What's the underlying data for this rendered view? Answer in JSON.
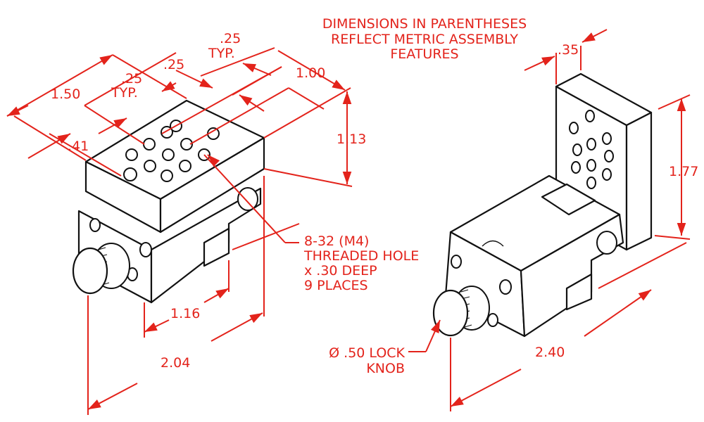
{
  "note": {
    "line1": "DIMENSIONS IN PARENTHESES",
    "line2": "REFLECT METRIC ASSEMBLY",
    "line3": "FEATURES"
  },
  "left_view": {
    "dim_top_typ_value": ".25",
    "dim_top_typ_label": "TYP.",
    "dim_25": ".25",
    "dim_left_typ_value": ".25",
    "dim_left_typ_label": "TYP.",
    "dim_150": "1.50",
    "dim_41": ".41",
    "dim_100": "1.00",
    "dim_113": "1.13",
    "dim_116": "1.16",
    "dim_204": "2.04",
    "hole_callout": {
      "line1": "8-32 (M4)",
      "line2": "THREADED HOLE",
      "line3": "x .30 DEEP",
      "line4": "9 PLACES"
    }
  },
  "right_view": {
    "dim_35": ".35",
    "dim_177": "1.77",
    "dim_240": "2.40",
    "knob_callout": {
      "line1": "Ø .50 LOCK",
      "line2": "KNOB"
    }
  },
  "colors": {
    "dimension": "#e3231b",
    "outline": "#111111"
  }
}
